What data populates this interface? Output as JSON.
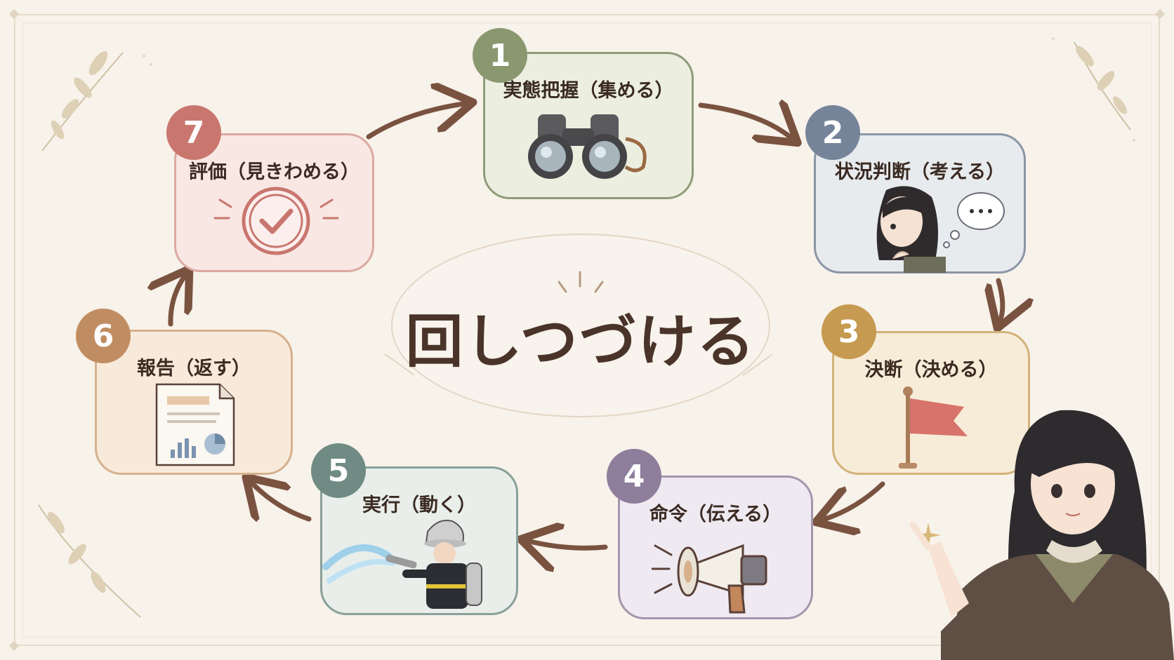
{
  "center": {
    "title": "回しつづける"
  },
  "steps": [
    {
      "number": "1",
      "label": "実態把握（集める）",
      "icon": "binoculars-icon",
      "color": "#8a9870",
      "fill": "#eceee0",
      "border": "#8f9c7a"
    },
    {
      "number": "2",
      "label": "状況判断（考える）",
      "icon": "thinking-person-icon",
      "color": "#76849a",
      "fill": "#e8ebee",
      "border": "#8b96a6"
    },
    {
      "number": "3",
      "label": "決断（決める）",
      "icon": "flag-icon",
      "color": "#c69a50",
      "fill": "#f7ecd8",
      "border": "#d3b27a"
    },
    {
      "number": "4",
      "label": "命令（伝える）",
      "icon": "megaphone-icon",
      "color": "#8e7d9b",
      "fill": "#efeaf1",
      "border": "#a595ae"
    },
    {
      "number": "5",
      "label": "実行（動く）",
      "icon": "firefighter-icon",
      "color": "#6f8b84",
      "fill": "#e9eeea",
      "border": "#8aa09a"
    },
    {
      "number": "6",
      "label": "報告（返す）",
      "icon": "report-document-icon",
      "color": "#c08d62",
      "fill": "#f8eadb",
      "border": "#d6b08d"
    },
    {
      "number": "7",
      "label": "評価（見きわめる）",
      "icon": "checkmark-icon",
      "color": "#c9766e",
      "fill": "#f9e7e4",
      "border": "#dba9a1"
    }
  ],
  "colors": {
    "background": "#f7f2ea",
    "arrow": "#7a5240",
    "text": "#3a2a22"
  }
}
